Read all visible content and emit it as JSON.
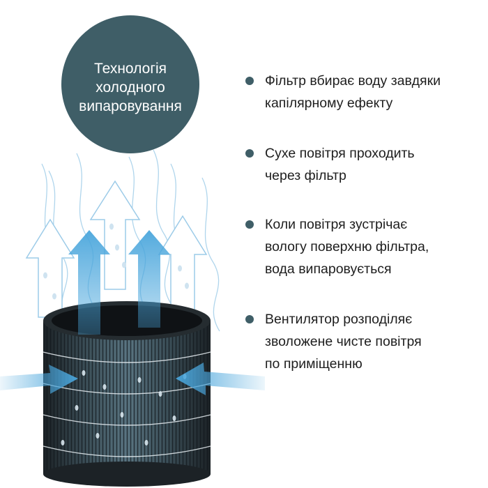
{
  "badge": {
    "lines": [
      "Технологія",
      "холодного",
      "випаровування"
    ]
  },
  "steps": [
    {
      "lines": [
        "Фільтр вбирає воду завдяки",
        "капілярному ефекту"
      ]
    },
    {
      "lines": [
        "Сухе повітря проходить",
        "через фільтр"
      ]
    },
    {
      "lines": [
        "Коли повітря зустрічає",
        "вологу поверхню фільтра,",
        "вода випаровується"
      ]
    },
    {
      "lines": [
        "Вентилятор розподіляє",
        "зволожене чисте повітря",
        "по приміщенню"
      ]
    }
  ],
  "colors": {
    "accent": "#3f5e67",
    "airflow_blue": "#4aa6dc",
    "filter_dark": "#2a3034",
    "text": "#1e1e1e"
  },
  "icons": {
    "bullet": "bullet-dot",
    "arrow": "airflow-arrow-icon",
    "droplet": "water-droplet-icon"
  }
}
